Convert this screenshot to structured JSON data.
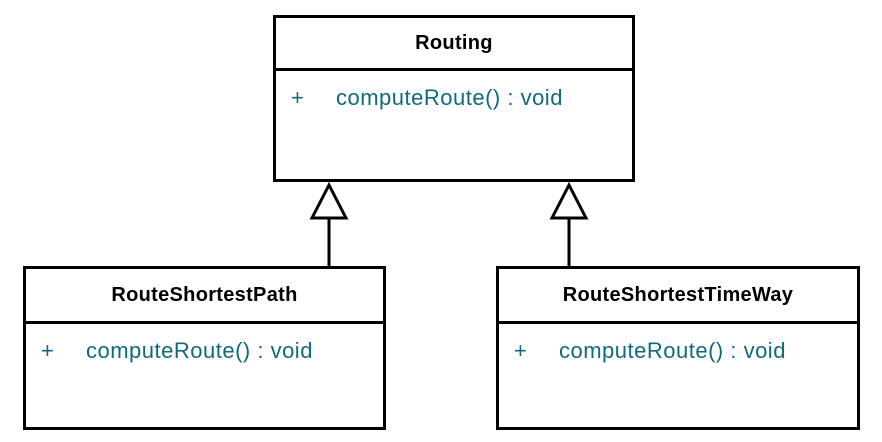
{
  "colors": {
    "background": "#ffffff",
    "border": "#000000",
    "class_fill": "#ffffff",
    "title_text": "#000000",
    "member_text": "#0f6b7c"
  },
  "classes": [
    {
      "name": "Routing",
      "methods": [
        {
          "visibility": "+",
          "signature": "computeRoute() : void"
        }
      ]
    },
    {
      "name": "RouteShortestPath",
      "methods": [
        {
          "visibility": "+",
          "signature": "computeRoute() : void"
        }
      ]
    },
    {
      "name": "RouteShortestTimeWay",
      "methods": [
        {
          "visibility": "+",
          "signature": "computeRoute() : void"
        }
      ]
    }
  ],
  "relations": [
    {
      "type": "generalization",
      "from": "RouteShortestPath",
      "to": "Routing"
    },
    {
      "type": "generalization",
      "from": "RouteShortestTimeWay",
      "to": "Routing"
    }
  ]
}
